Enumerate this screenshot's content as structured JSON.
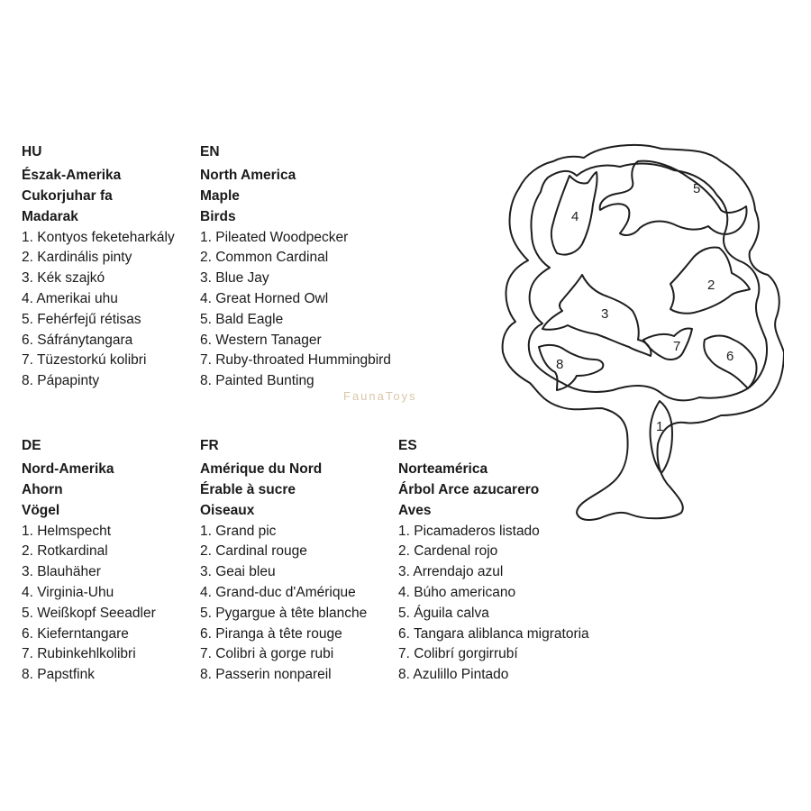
{
  "watermark": "FaunaToys",
  "columns": [
    {
      "id": "hu",
      "lang": "HU",
      "headings": [
        "Észak-Amerika",
        "Cukorjuhar fa",
        "Madarak"
      ],
      "items": [
        "1. Kontyos feketeharkály",
        "2. Kardinális pinty",
        "3. Kék szajkó",
        "4. Amerikai uhu",
        "5. Fehérfejű rétisas",
        "6. Sáfránytangara",
        "7. Tüzestorkú kolibri",
        "8. Pápapinty"
      ]
    },
    {
      "id": "en",
      "lang": "EN",
      "headings": [
        "North America",
        "Maple",
        "Birds"
      ],
      "items": [
        "1. Pileated Woodpecker",
        "2. Common Cardinal",
        "3. Blue Jay",
        "4. Great Horned Owl",
        "5. Bald Eagle",
        "6. Western Tanager",
        "7. Ruby-throated Hummingbird",
        "8. Painted Bunting"
      ]
    },
    {
      "id": "de",
      "lang": "DE",
      "headings": [
        "Nord-Amerika",
        "Ahorn",
        "Vögel"
      ],
      "items": [
        "1. Helmspecht",
        "2. Rotkardinal",
        "3. Blauhäher",
        "4. Virginia-Uhu",
        "5. Weißkopf Seeadler",
        "6. Kieferntangare",
        "7. Rubinkehlkolibri",
        "8. Papstfink"
      ]
    },
    {
      "id": "fr",
      "lang": "FR",
      "headings": [
        "Amérique du Nord",
        "Érable à sucre",
        "Oiseaux"
      ],
      "items": [
        "1. Grand pic",
        "2. Cardinal rouge",
        "3. Geai bleu",
        "4. Grand-duc d'Amérique",
        "5. Pygargue à tête blanche",
        "6. Piranga à tête rouge",
        "7. Colibri à gorge rubi",
        "8. Passerin nonpareil"
      ]
    },
    {
      "id": "es",
      "lang": "ES",
      "headings": [
        "Norteamérica",
        "Árbol Arce azucarero",
        "Aves"
      ],
      "items": [
        "1. Picamaderos listado",
        "2. Cardenal rojo",
        "3. Arrendajo azul",
        "4. Búho americano",
        "5. Águila calva",
        "6. Tangara aliblanca migratoria",
        "7. Colibrí gorgirrubí",
        "8. Azulillo Pintado"
      ]
    }
  ],
  "tree_labels": [
    "1",
    "2",
    "3",
    "4",
    "5",
    "6",
    "7",
    "8"
  ]
}
